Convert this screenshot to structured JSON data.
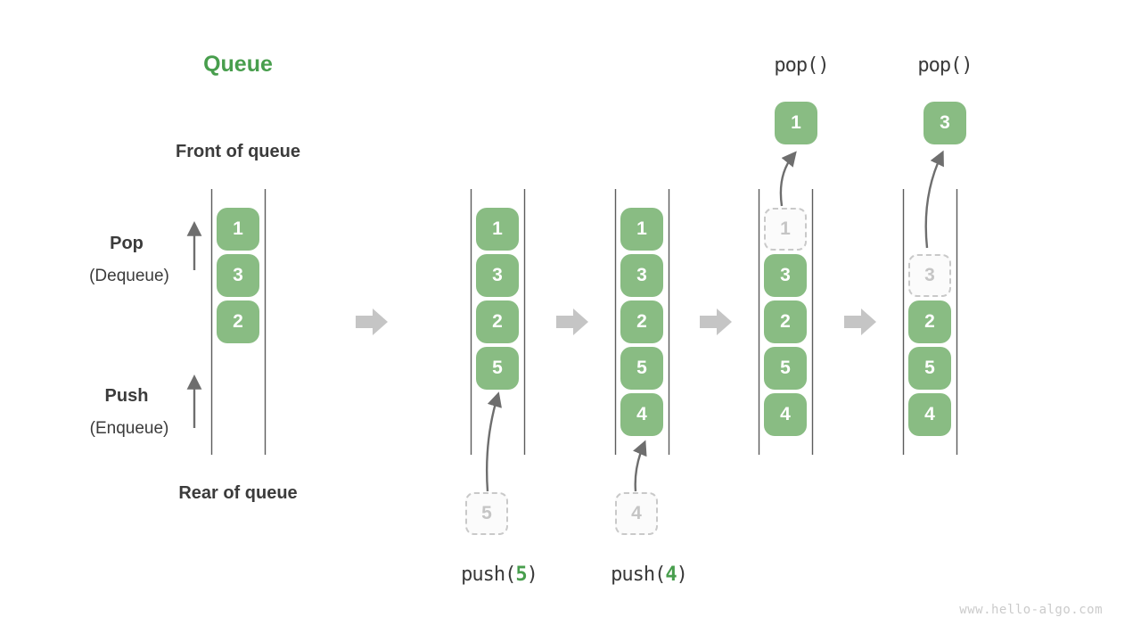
{
  "title": "Queue",
  "labels": {
    "front_of_queue": "Front of queue",
    "rear_of_queue": "Rear of queue",
    "pop_label": "Pop",
    "pop_sublabel": "(Dequeue)",
    "push_label": "Push",
    "push_sublabel": "(Enqueue)"
  },
  "states": {
    "state1": {
      "box0": "1",
      "box1": "3",
      "box2": "2"
    },
    "state2": {
      "box0": "1",
      "box1": "3",
      "box2": "2",
      "box3": "5",
      "incoming_value": "5",
      "op_fn": "push(",
      "op_arg": "5",
      "op_close": ")"
    },
    "state3": {
      "box0": "1",
      "box1": "3",
      "box2": "2",
      "box3": "5",
      "box4": "4",
      "incoming_value": "4",
      "op_fn": "push(",
      "op_arg": "4",
      "op_close": ")"
    },
    "state4": {
      "dashed0": "1",
      "box1": "3",
      "box2": "2",
      "box3": "5",
      "box4": "4",
      "popped_value": "1",
      "op": "pop()"
    },
    "state5": {
      "dashed1": "3",
      "box2": "2",
      "box3": "5",
      "box4": "4",
      "popped_value": "3",
      "op": "pop()"
    }
  },
  "watermark": "www.hello-algo.com",
  "colors": {
    "box_green": "#89bc83",
    "accent_green": "#489e4d",
    "block_arrow_gray": "#c5c5c5",
    "dashed_border_gray": "#c9c9c9",
    "wall_line_gray": "#5c5c5c",
    "thin_arrow_gray": "#757575",
    "text_dark": "#3b3b3b",
    "watermark_gray": "#cbcbcb"
  }
}
